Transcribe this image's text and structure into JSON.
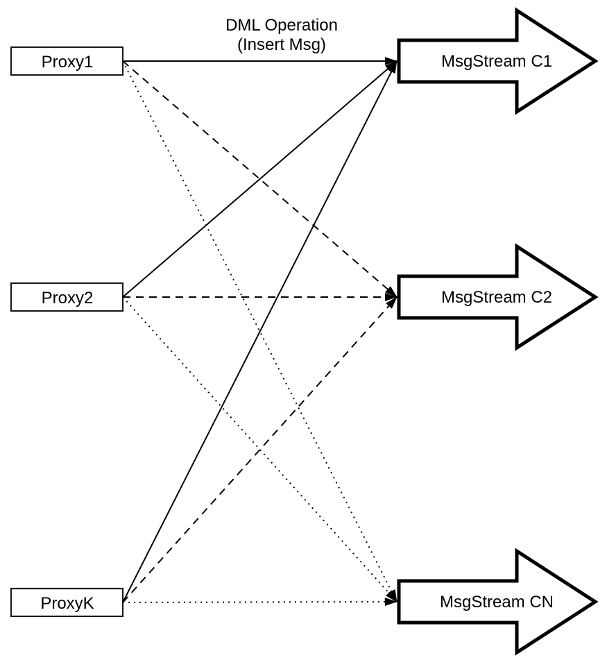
{
  "diagram": {
    "title": {
      "line1": "DML Operation",
      "line2": "(Insert Msg)"
    },
    "proxies": [
      {
        "id": "proxy1",
        "label": "Proxy1"
      },
      {
        "id": "proxy2",
        "label": "Proxy2"
      },
      {
        "id": "proxyk",
        "label": "ProxyK"
      }
    ],
    "streams": [
      {
        "id": "c1",
        "label": "MsgStream C1"
      },
      {
        "id": "c2",
        "label": "MsgStream C2"
      },
      {
        "id": "cn",
        "label": "MsgStream CN"
      }
    ],
    "edges": [
      {
        "from": "proxy1",
        "to": "c1",
        "style": "solid"
      },
      {
        "from": "proxy2",
        "to": "c1",
        "style": "solid"
      },
      {
        "from": "proxyk",
        "to": "c1",
        "style": "solid"
      },
      {
        "from": "proxy1",
        "to": "c2",
        "style": "dashed"
      },
      {
        "from": "proxy2",
        "to": "c2",
        "style": "dashed"
      },
      {
        "from": "proxyk",
        "to": "c2",
        "style": "dashed"
      },
      {
        "from": "proxy1",
        "to": "cn",
        "style": "dotted"
      },
      {
        "from": "proxy2",
        "to": "cn",
        "style": "dotted"
      },
      {
        "from": "proxyk",
        "to": "cn",
        "style": "dotted"
      }
    ],
    "colors": {
      "stroke": "#000000",
      "fill": "#ffffff"
    }
  }
}
